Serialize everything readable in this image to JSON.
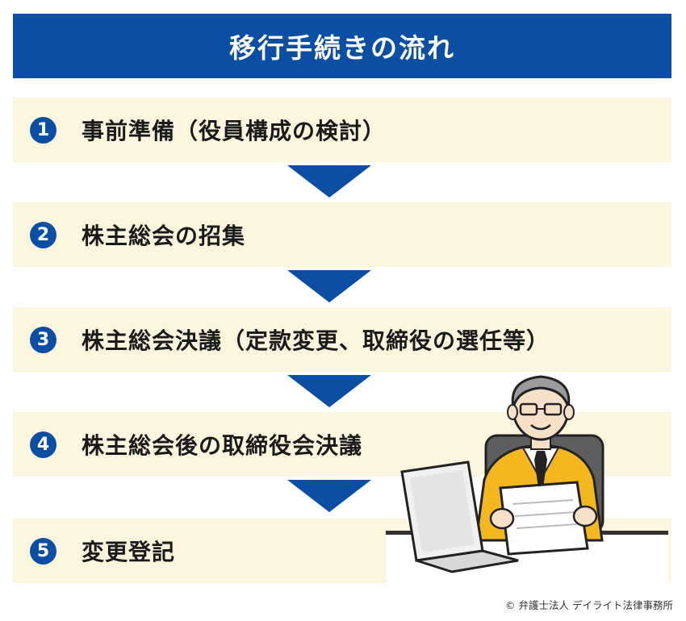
{
  "title": "移行手続きの流れ",
  "steps": [
    {
      "number": "1",
      "label": "事前準備（役員構成の検討）"
    },
    {
      "number": "2",
      "label": "株主総会の招集"
    },
    {
      "number": "3",
      "label": "株主総会決議（定款変更、取締役の選任等）"
    },
    {
      "number": "4",
      "label": "株主総会後の取締役会決議"
    },
    {
      "number": "5",
      "label": "変更登記"
    }
  ],
  "copyright": "© 弁護士法人 デイライト法律事務所",
  "colors": {
    "primary": "#0a4fa3",
    "step_bg": "#fbf6dd",
    "jacket": "#f4b71d"
  },
  "illustration": "businessman-reading-document-at-laptop"
}
